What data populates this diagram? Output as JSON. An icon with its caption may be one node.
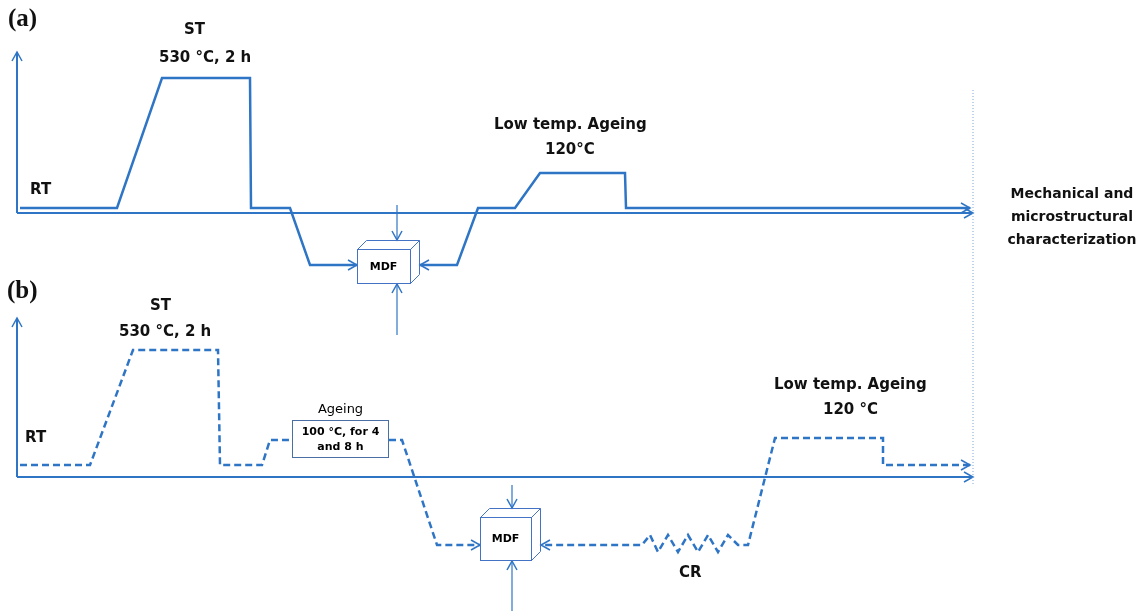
{
  "diagram": {
    "nodes": [
      {
        "text": [
          "MDF"
        ]
      },
      {
        "text": [
          "Ageing",
          "100 °C, for 4 and 8 h"
        ]
      },
      {
        "text": [
          "MDF"
        ]
      }
    ],
    "edges": [
      {
        "from": null,
        "to": 0,
        "arrow": "to"
      },
      {
        "from": null,
        "to": 0,
        "arrow": "both"
      },
      {
        "from": null,
        "to": 0,
        "arrow": "to"
      },
      {
        "from": null,
        "to": 0,
        "arrow": "to"
      },
      {
        "from": null,
        "to": 1,
        "arrow": "none",
        "style": "dashed"
      },
      {
        "from": 1,
        "to": 2,
        "arrow": "to",
        "style": "dashed"
      },
      {
        "from": null,
        "to": 2,
        "arrow": "both",
        "style": "dashed"
      },
      {
        "from": null,
        "to": 2,
        "arrow": "to"
      },
      {
        "from": null,
        "to": 2,
        "arrow": "to"
      }
    ],
    "labels": [
      "(a)",
      "ST",
      "530 °C, 2 h",
      "Low temp. Ageing",
      "120°C",
      "RT",
      "Mechanical and microstructural characterization",
      "(b)",
      "ST",
      "530 °C, 2 h",
      "RT",
      "Low temp. Ageing",
      "120 °C",
      "CR"
    ]
  }
}
